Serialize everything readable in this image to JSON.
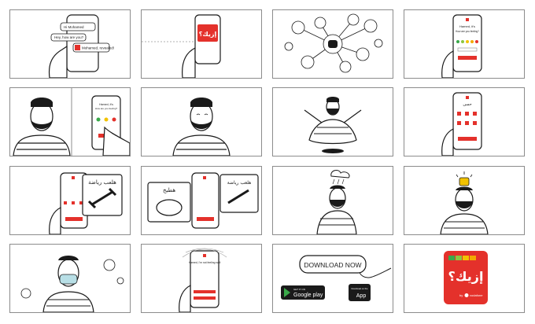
{
  "storyboard": {
    "panel_count": 16,
    "colors": {
      "brand_red": "#e4312b",
      "ink": "#1a1a1a",
      "border": "#8c8c8c",
      "alert_yellow": "#f2c200",
      "mood_green": "#3aa94a",
      "mood_orange": "#f2a900"
    },
    "p1": {
      "bubble1": "Hi Mohamed",
      "bubble2": "Hey, how are you?",
      "bubble3": "Mohamed, revealed!"
    },
    "p2": {
      "logo_text": "إزيك؟"
    },
    "p4": {
      "title": "Hamed, it's",
      "subtitle": "How are you feeling?"
    },
    "p5": {
      "title": "Hamed, it's",
      "subtitle": "How are you feeling?"
    },
    "p8": {
      "title": "حسن"
    },
    "p9": {
      "bubble_text": "هلعب رياضة"
    },
    "p10": {
      "left_bubble": "هطبخ",
      "right_bubble": "هلعب رياضة"
    },
    "p14": {
      "headline": "Hamed, I'm not feeling well"
    },
    "p15": {
      "download_label": "DOWNLOAD NOW",
      "google_small": "GET IT ON",
      "google_big": "Google play",
      "apple_small": "Download on the",
      "apple_big": "App"
    },
    "p16": {
      "logo_text": "إزيك؟",
      "by_label": "by",
      "brand_label": "vodafone"
    }
  }
}
